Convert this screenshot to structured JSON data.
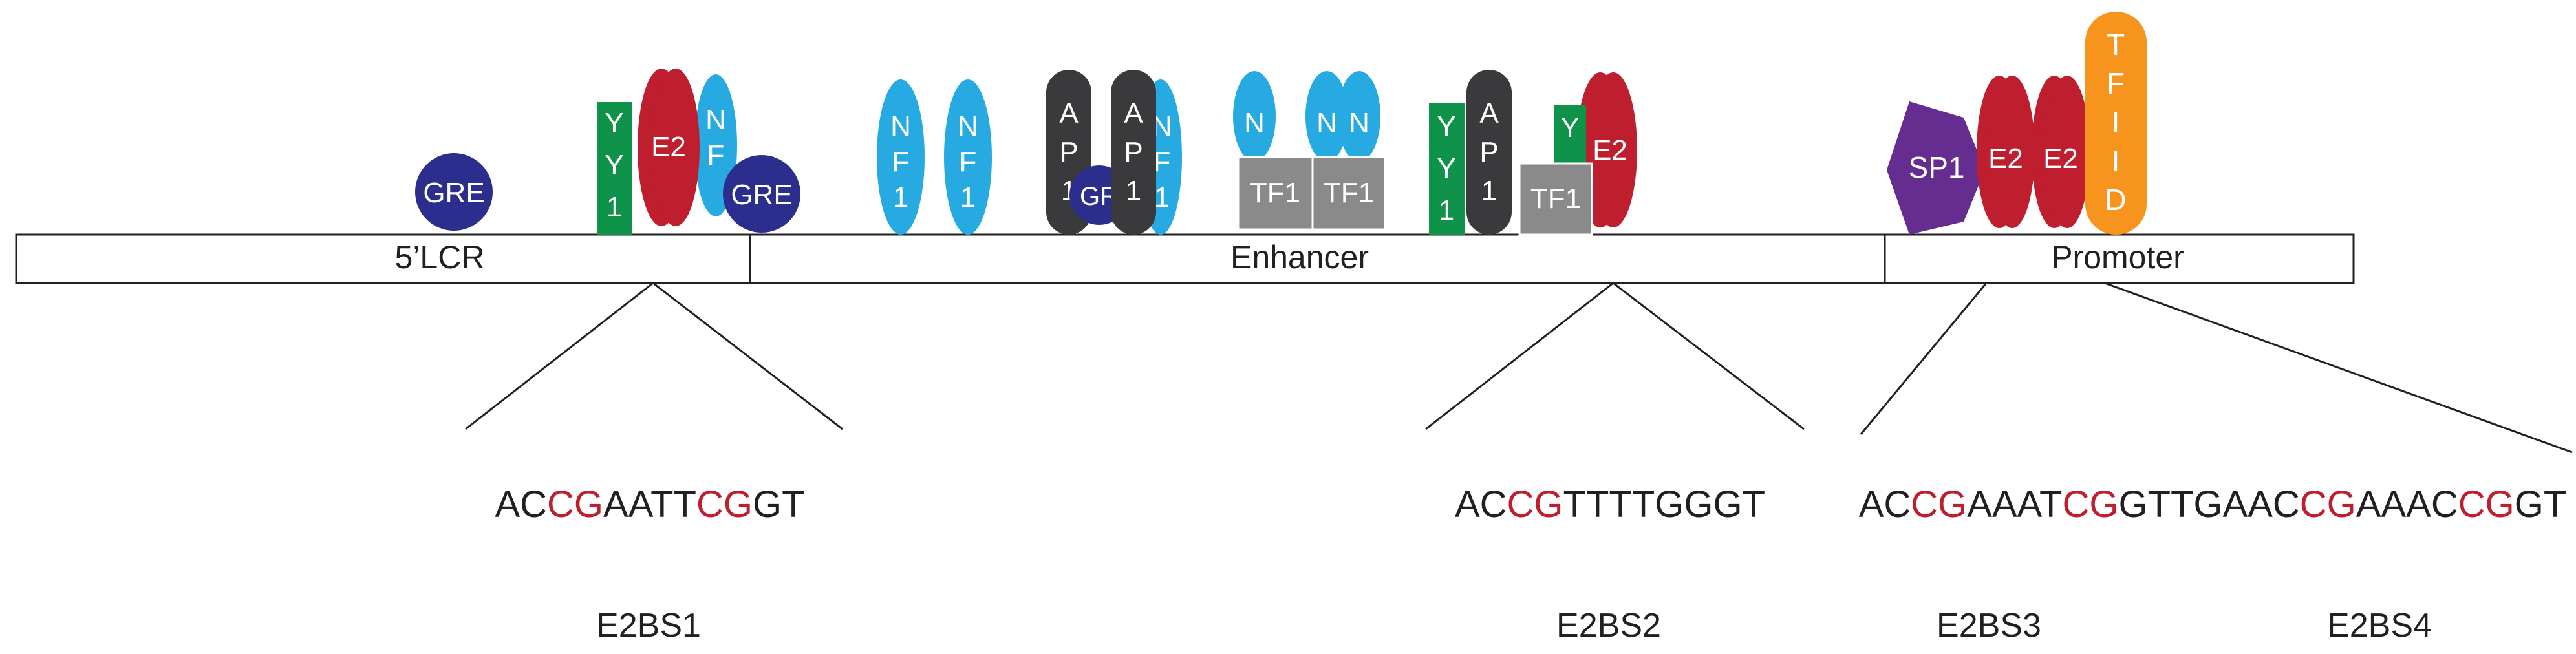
{
  "regions": [
    {
      "label": "5’LCR"
    },
    {
      "label": "Enhancer"
    },
    {
      "label": "Promoter"
    }
  ],
  "factors": {
    "gre": "GRE",
    "gr": "GR",
    "yy1": [
      "Y",
      "Y",
      "1"
    ],
    "e2": "E2",
    "nf1": [
      "N",
      "F",
      "1"
    ],
    "ap1": [
      "A",
      "P",
      "1"
    ],
    "tf1": "TF1",
    "sp1": "SP1",
    "tfiid": [
      "T",
      "F",
      "I",
      "I",
      "D"
    ]
  },
  "sequences": [
    {
      "parts": [
        "AC",
        "CG",
        "AATT",
        "CG",
        "GT"
      ]
    },
    {
      "parts": [
        "AC",
        "CG",
        "TTTTGGGT"
      ]
    },
    {
      "parts": [
        "AC",
        "CG",
        "AAAT",
        "CG",
        "GTTGAAC",
        "CG",
        "AAAC",
        "CG",
        "GT"
      ]
    }
  ],
  "site_labels": [
    "E2BS1",
    "E2BS2",
    "E2BS3",
    "E2BS4"
  ],
  "colors": {
    "gre": "#2b2e8c",
    "yy1": "#0f9249",
    "e2": "#be1e2d",
    "nf1": "#27aae1",
    "ap1": "#3a3a3c",
    "tf1": "#8a8a8a",
    "sp1": "#662d91",
    "tfiid": "#f7941d",
    "cpg": "#be1e2d",
    "line": "#231f20"
  }
}
